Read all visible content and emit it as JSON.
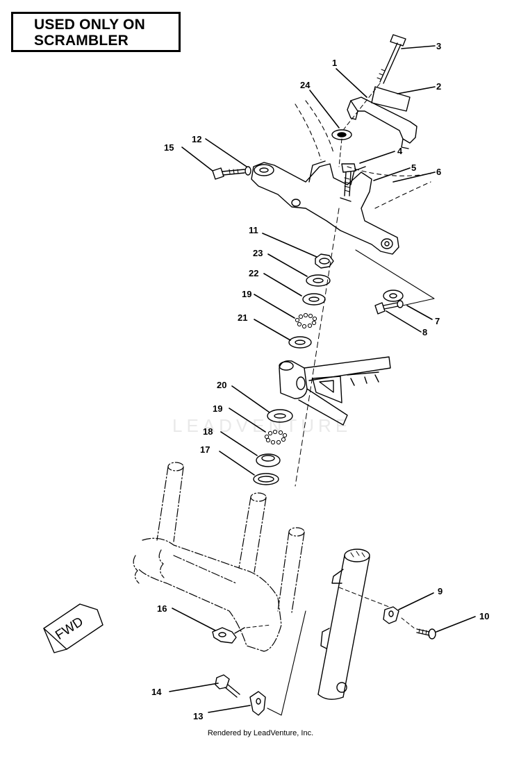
{
  "title": {
    "line1": "USED ONLY ON",
    "line2": "SCRAMBLER"
  },
  "footer": "Rendered by LeadVenture, Inc.",
  "watermark": "LEADVENTURE",
  "direction_label": "FWD",
  "callouts": {
    "c1": "1",
    "c2": "2",
    "c3": "3",
    "c4": "4",
    "c5": "5",
    "c6": "6",
    "c7": "7",
    "c8": "8",
    "c9": "9",
    "c10": "10",
    "c11": "11",
    "c12": "12",
    "c13": "13",
    "c14": "14",
    "c15": "15",
    "c16": "16",
    "c17": "17",
    "c18": "18",
    "c19a": "19",
    "c19b": "19",
    "c20": "20",
    "c21": "21",
    "c22": "22",
    "c23": "23",
    "c24": "24"
  },
  "colors": {
    "ink": "#000000",
    "background": "#ffffff",
    "watermark": "#e9e9e9"
  }
}
